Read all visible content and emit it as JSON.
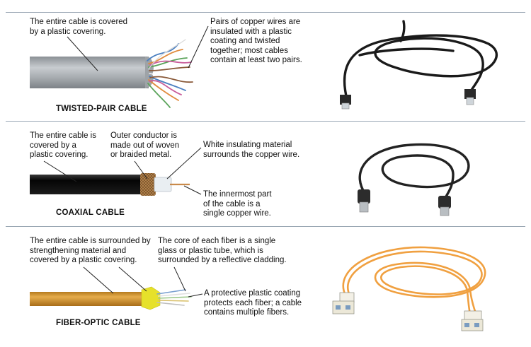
{
  "twisted_pair": {
    "title": "TWISTED-PAIR CABLE",
    "note_covering": "The entire cable is covered\nby a plastic covering.",
    "note_pairs": "Pairs of copper wires are\ninsulated with a plastic\ncoating and twisted\ntogether; most cables\ncontain at least two pairs."
  },
  "coaxial": {
    "title": "COAXIAL CABLE",
    "note_covering": "The entire cable is\ncovered by a\nplastic covering.",
    "note_outer": "Outer conductor is\nmade out of woven\nor braided metal.",
    "note_insulating": "White insulating material\nsurrounds the copper wire.",
    "note_innermost": "The innermost part\nof the cable is a\nsingle copper wire."
  },
  "fiber_optic": {
    "title": "FIBER-OPTIC CABLE",
    "note_surrounded": "The entire cable is surrounded by\nstrengthening material and\ncovered by a plastic covering.",
    "note_core": "The core of each fiber is a single\nglass or plastic tube, which is\nsurrounded by a reflective cladding.",
    "note_coating": "A protective plastic coating\nprotects each fiber; a cable\ncontains multiple fibers."
  },
  "colors": {
    "rule": "#9aa7b4",
    "twisted_jacket": "#a9aeb2",
    "coax_jacket": "#111111",
    "copper": "#c98a4a",
    "fiber_jacket": "#d8a040",
    "fiber_strength": "#e6e12a",
    "patch_cable_orange": "#f0a040",
    "patch_cable_black": "#1a1a1a"
  },
  "icons": [
    "twisted-pair-cable-illustration",
    "ethernet-cable-photo",
    "coaxial-cable-illustration",
    "bnc-cable-photo",
    "fiber-optic-cable-illustration",
    "fiber-patch-cable-photo"
  ]
}
